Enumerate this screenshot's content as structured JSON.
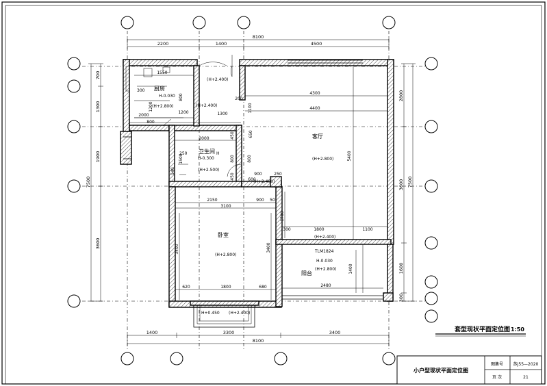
{
  "top_dims": {
    "total": "8100",
    "seg1": "2200",
    "seg2": "1400",
    "seg3": "4500"
  },
  "bottom_dims": {
    "total": "8100",
    "seg1": "1400",
    "seg2": "3300",
    "seg3": "3400"
  },
  "left_dims": {
    "total": "7500",
    "a": "700",
    "b": "1300",
    "c": "1900",
    "d": "3600"
  },
  "right_dims": {
    "total": "7500",
    "a": "2800",
    "b": "3600",
    "c": "1600",
    "d": "300"
  },
  "rooms": {
    "kitchen": "厨房",
    "bathroom": "卫生间",
    "living": "客厅",
    "bedroom": "卧室",
    "balcony": "阳台"
  },
  "elevations": {
    "e1": "(H+2.400)",
    "e2": "H-0.030",
    "e3": "(H+2.800)",
    "e4": "(H+2.400)",
    "e5": "(H+2.400)",
    "e6": "H-0.300",
    "e7": "(H+2.500)",
    "e8": "(H+2.400)",
    "e9": "(H+2.800)",
    "e10": "(H+2.400)",
    "e11": "(H+2.800)",
    "e12": "H-0.030",
    "e13": "(H+2.800)",
    "e14": "H+0.450",
    "e15": "(H+2.400)",
    "h": "H"
  },
  "inner_dims": {
    "d1550": "1550",
    "d300": "300",
    "d1200a": "1200",
    "d2000a": "2000",
    "d800a": "800",
    "d200": "200",
    "d1200b": "1200",
    "d1300": "1300",
    "d4300": "4300",
    "d4400": "4400",
    "d1100a": "1100",
    "d2000b": "2000",
    "d450a": "450",
    "d650": "650",
    "d250a": "250",
    "d800b": "800",
    "d1500": "1500",
    "d540": "540",
    "d450b": "450",
    "d900a": "900",
    "d250b": "250",
    "d5400": "5400",
    "d2150": "2150",
    "d900b": "900",
    "d50": "50",
    "d3100": "3100",
    "d1700": "1700",
    "d3400a": "3400",
    "d3400b": "3400",
    "d300b": "300",
    "d1800a": "1800",
    "d1100b": "1100",
    "d1400": "1400",
    "d2480": "2480",
    "d620": "620",
    "d1800b": "1800",
    "d680": "680",
    "d800c": "800",
    "d600": "600",
    "d800d": "800"
  },
  "window_label": "TLM1824",
  "diagram_title": "套型现状平面定位图",
  "diagram_scale": "1:50",
  "title_block": {
    "drawing_name": "小户型现状平面定位图",
    "atlas_label": "图集号",
    "atlas_value": "苏J55—2020",
    "page_label": "页 次",
    "page_value": "21"
  }
}
